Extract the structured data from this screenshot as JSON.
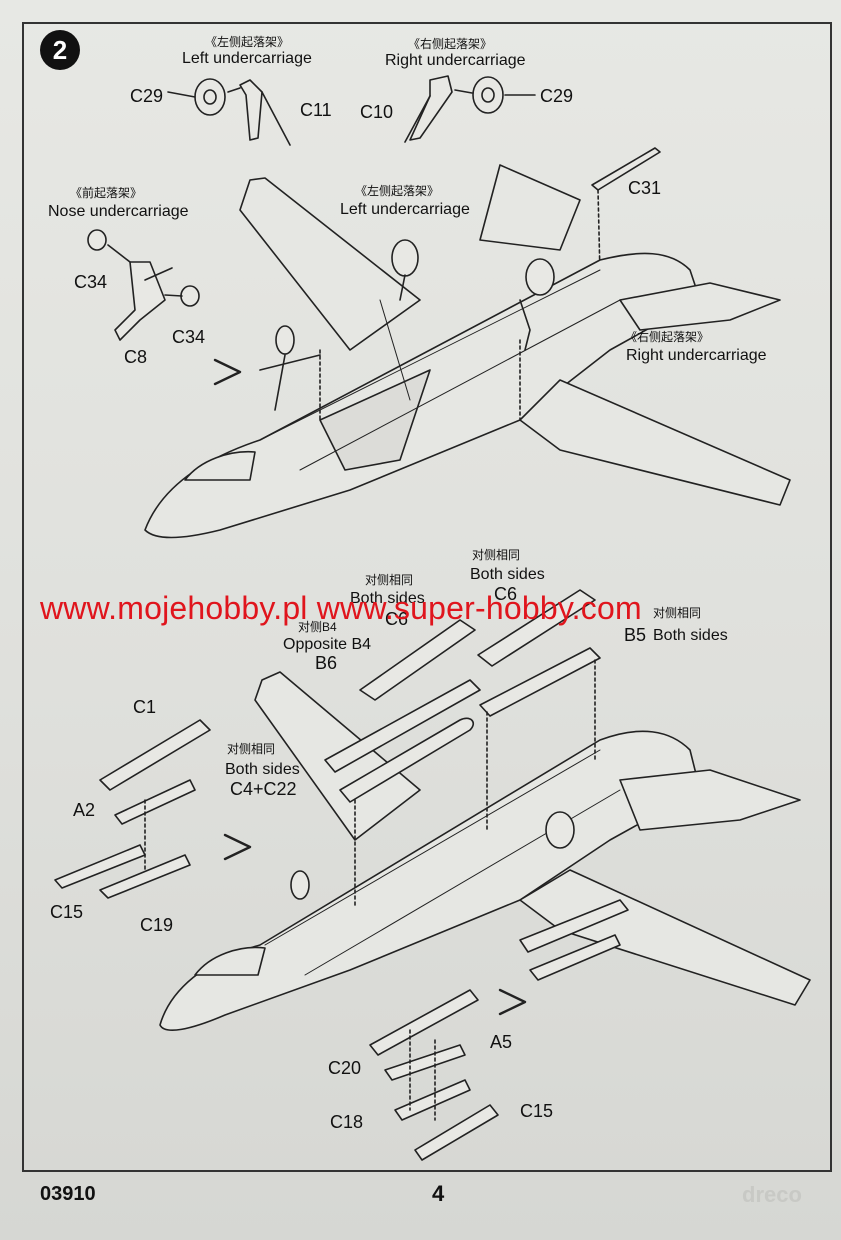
{
  "step_number": "2",
  "labels": {
    "left_uc_top_cn": "《左侧起落架》",
    "left_uc_top_en": "Left undercarriage",
    "right_uc_top_cn": "《右侧起落架》",
    "right_uc_top_en": "Right undercarriage",
    "nose_uc_cn": "《前起落架》",
    "nose_uc_en": "Nose undercarriage",
    "left_uc_mid_cn": "《左侧起落架》",
    "left_uc_mid_en": "Left undercarriage",
    "right_uc_mid_cn": "《右侧起落架》",
    "right_uc_mid_en": "Right undercarriage",
    "both_sides_c6_cn": "对侧相同",
    "both_sides_c6_en": "Both sides",
    "both_sides_c6b_cn": "对侧相同",
    "both_sides_c6b_en": "Both sides",
    "opposite_b4_cn": "对侧B4",
    "opposite_b4_en": "Opposite B4",
    "both_sides_b5_cn": "对侧相同",
    "both_sides_b5_en": "Both sides",
    "both_sides_c4_cn": "对侧相同",
    "both_sides_c4_en": "Both sides"
  },
  "parts": {
    "c29_left": "C29",
    "c11": "C11",
    "c10": "C10",
    "c29_right": "C29",
    "c31": "C31",
    "c34_a": "C34",
    "c34_b": "C34",
    "c8": "C8",
    "c6_a": "C6",
    "c6_b": "C6",
    "b5": "B5",
    "b6": "B6",
    "c1": "C1",
    "a2": "A2",
    "c4_c22": "C4+C22",
    "c15_left": "C15",
    "c19": "C19",
    "a5": "A5",
    "c20": "C20",
    "c18": "C18",
    "c15_bottom": "C15"
  },
  "watermark": "www.mojehobby.pl www.super-hobby.com",
  "footer": {
    "code": "03910",
    "page": "4",
    "logo": "dreco"
  },
  "colors": {
    "watermark": "#e0151d",
    "ink": "#111111",
    "paper": "#e3e4e0"
  }
}
